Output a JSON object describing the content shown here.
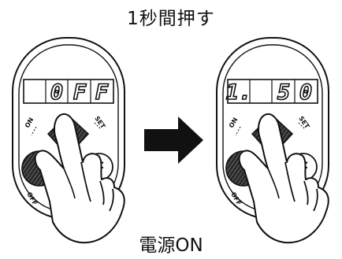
{
  "instruction": {
    "top": "1秒間押す",
    "bottom": "電源ON"
  },
  "left_device": {
    "display": [
      "",
      "0",
      "F",
      "F"
    ],
    "labels": {
      "on": "ON",
      "set": "SET",
      "off": "OFF",
      "f": "F"
    }
  },
  "right_device": {
    "display": [
      "1.",
      "",
      "5",
      "0"
    ],
    "labels": {
      "on": "ON",
      "set": "SET",
      "off": "OFF",
      "f": "F"
    }
  },
  "arrow": "right-arrow-icon"
}
